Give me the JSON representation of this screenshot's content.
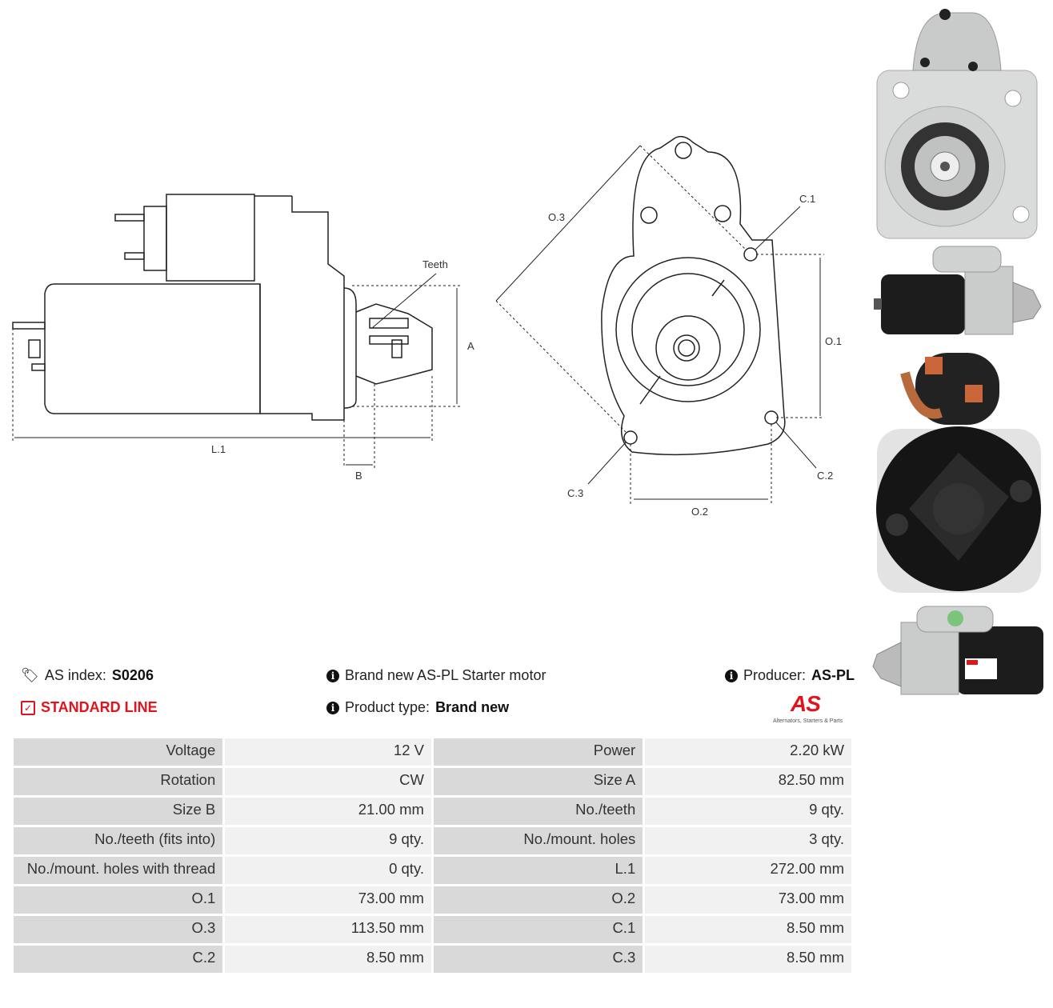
{
  "drawing": {
    "labels": {
      "teeth": "Teeth",
      "a": "A",
      "b": "B",
      "l1": "L.1",
      "o1": "O.1",
      "o2": "O.2",
      "o3": "O.3",
      "c1": "C.1",
      "c2": "C.2",
      "c3": "C.3"
    }
  },
  "info": {
    "as_index_label": "AS index:",
    "as_index_value": "S0206",
    "line": "STANDARD LINE",
    "description": "Brand new AS-PL Starter motor",
    "product_type_label": "Product type:",
    "product_type_value": "Brand new",
    "producer_label": "Producer:",
    "producer_value": "AS-PL",
    "logo_text": "AS",
    "logo_tagline": "Alternators, Starters & Parts",
    "icons": [
      "tags-icon",
      "check-square-icon",
      "info-icon"
    ],
    "accent_color": "#e1141c"
  },
  "specs": [
    [
      "Voltage",
      "12 V",
      "Power",
      "2.20 kW"
    ],
    [
      "Rotation",
      "CW",
      "Size A",
      "82.50 mm"
    ],
    [
      "Size B",
      "21.00 mm",
      "No./teeth",
      "9 qty."
    ],
    [
      "No./teeth (fits into)",
      "9 qty.",
      "No./mount. holes",
      "3 qty."
    ],
    [
      "No./mount. holes with thread",
      "0 qty.",
      "L.1",
      "272.00 mm"
    ],
    [
      "O.1",
      "73.00 mm",
      "O.2",
      "73.00 mm"
    ],
    [
      "O.3",
      "113.50 mm",
      "C.1",
      "8.50 mm"
    ],
    [
      "C.2",
      "8.50 mm",
      "C.3",
      "8.50 mm"
    ]
  ]
}
